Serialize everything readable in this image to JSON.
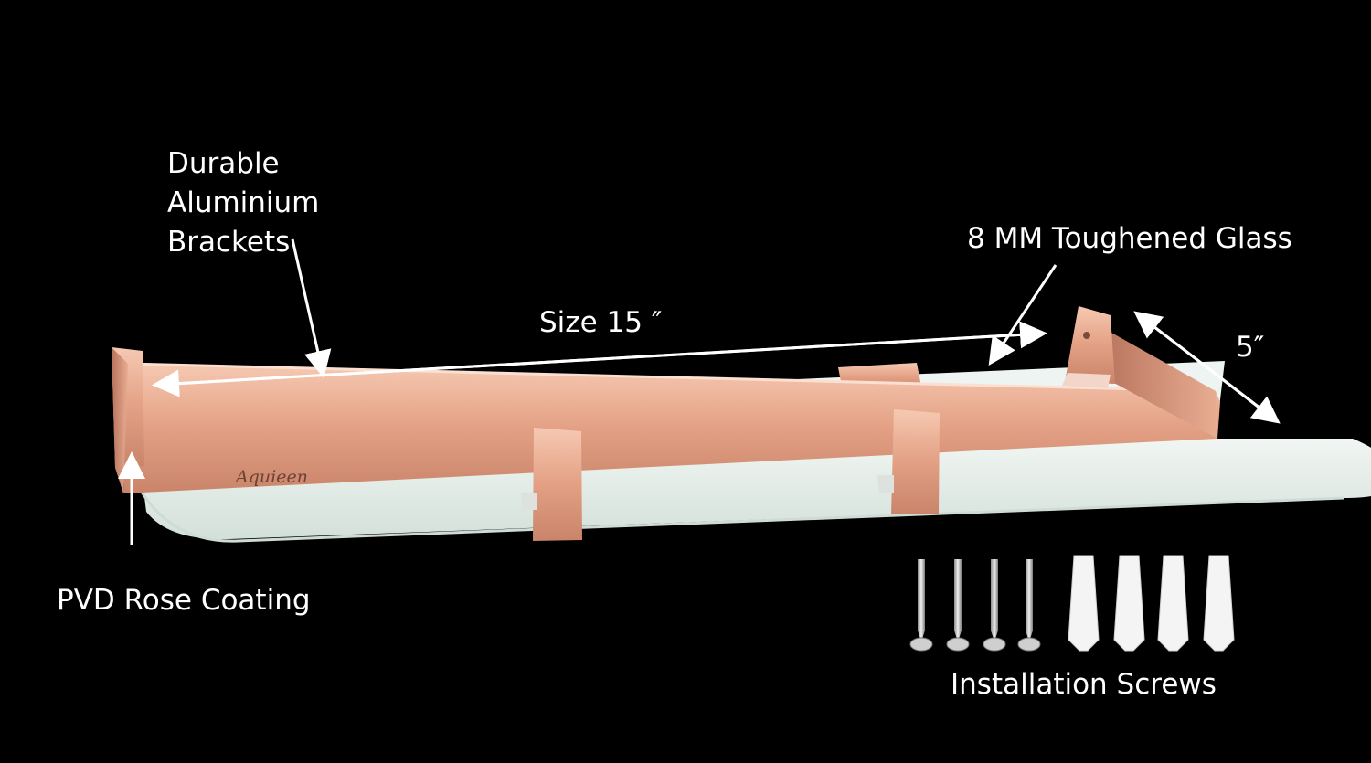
{
  "labels": {
    "brackets_line1": "Durable",
    "brackets_line2": "Aluminium",
    "brackets_line3": "Brackets",
    "glass": "8 MM Toughened Glass",
    "length": "Size 15 ″",
    "depth": "5″",
    "coating": "PVD Rose Coating",
    "screws": "Installation Screws"
  },
  "brand": "Aquieen",
  "colors": {
    "background": "#000000",
    "text": "#ffffff",
    "rose_gold": "#e8a98b",
    "glass": "#e4ede8"
  }
}
